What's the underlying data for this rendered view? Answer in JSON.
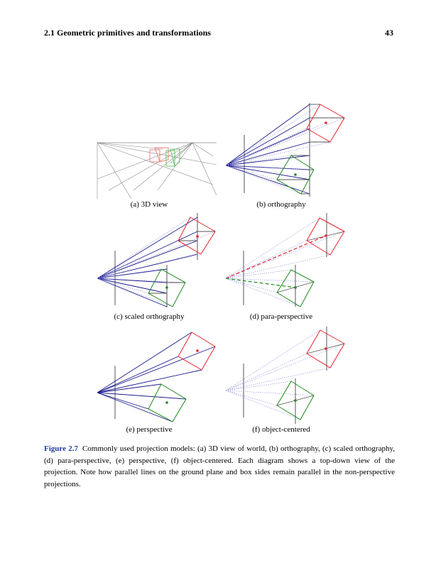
{
  "header": {
    "section": "2.1  Geometric primitives and transformations",
    "page_number": "43"
  },
  "panels": [
    {
      "caption": "(a) 3D view"
    },
    {
      "caption": "(b) orthography"
    },
    {
      "caption": "(c) scaled orthography"
    },
    {
      "caption": "(d) para-perspective"
    },
    {
      "caption": "(e) perspective"
    },
    {
      "caption": "(f) object-centered"
    }
  ],
  "figure": {
    "label": "Figure 2.7",
    "text": "Commonly used projection models: (a) 3D view of world, (b) orthography, (c) scaled orthography, (d) para-perspective, (e) perspective, (f) object-centered. Each diagram shows a top-down view of the projection. Note how parallel lines on the ground plane and box sides remain parallel in the non-perspective projections."
  },
  "colors": {
    "ray": "#1a1a8c",
    "red": "#e8202a",
    "green": "#1e8a1e",
    "plane": "#555555",
    "link": "#1f3b9c"
  }
}
